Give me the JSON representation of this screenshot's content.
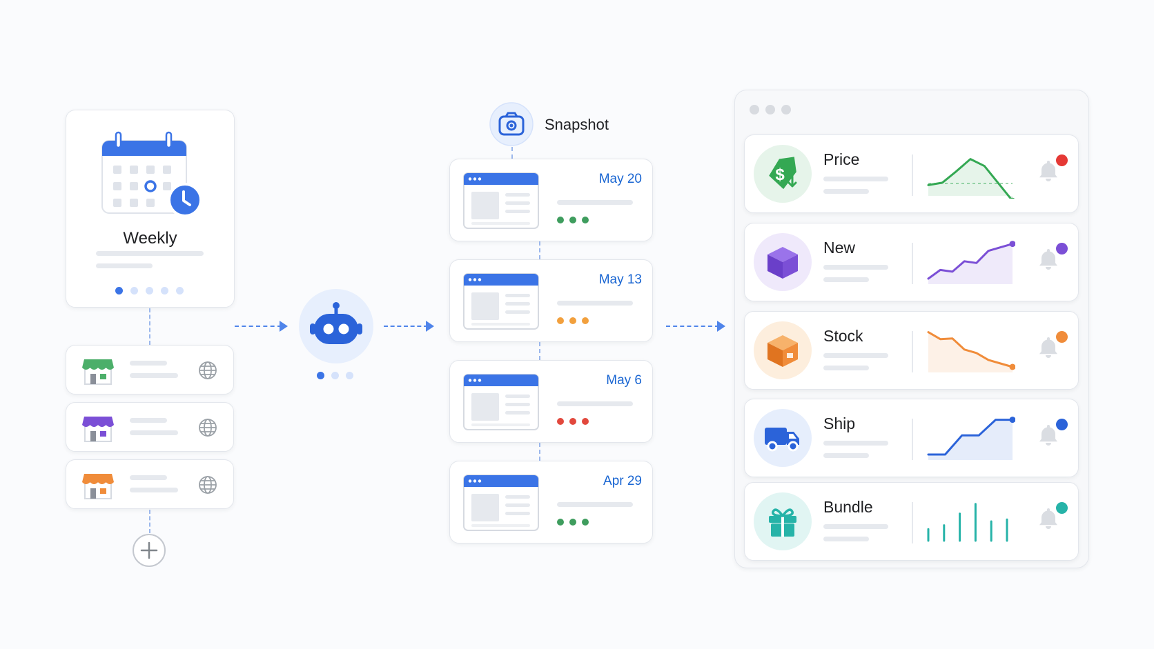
{
  "schedule": {
    "title": "Weekly",
    "accent": "#3b74e6"
  },
  "sources": [
    {
      "name": "store-green",
      "roof_color": "#4caf6a"
    },
    {
      "name": "store-purple",
      "roof_color": "#7b4fd6"
    },
    {
      "name": "store-orange",
      "roof_color": "#f08c3a"
    }
  ],
  "capture": {
    "label": "Snapshot",
    "snapshots": [
      {
        "date": "May 20",
        "status_color": "#3f9d5e"
      },
      {
        "date": "May 13",
        "status_color": "#f2a03d"
      },
      {
        "date": "May 6",
        "status_color": "#e2483d"
      },
      {
        "date": "Apr 29",
        "status_color": "#3f9d5e"
      }
    ]
  },
  "results": [
    {
      "label": "Price",
      "icon": "price-tag-icon",
      "color": "#34a853",
      "bg": "#e6f4ea",
      "alert": "#e53935",
      "trend": [
        0.15,
        0.22,
        0.55,
        0.9,
        0.7,
        0.2,
        -0.3
      ]
    },
    {
      "label": "New",
      "icon": "box-icon",
      "color": "#7b4fd6",
      "bg": "#efe9fb",
      "alert": "#7b4fd6",
      "trend": [
        0.0,
        0.25,
        0.2,
        0.5,
        0.45,
        0.8,
        0.9,
        1.0
      ]
    },
    {
      "label": "Stock",
      "icon": "package-icon",
      "color": "#f08c3a",
      "bg": "#fdeedd",
      "alert": "#f08c3a",
      "trend": [
        1.0,
        0.8,
        0.82,
        0.5,
        0.4,
        0.2,
        0.1,
        0.0
      ]
    },
    {
      "label": "Ship",
      "icon": "truck-icon",
      "color": "#2b63d9",
      "bg": "#e6eefc",
      "alert": "#2b63d9",
      "trend": [
        0.0,
        0.0,
        0.55,
        0.55,
        1.0,
        1.0
      ]
    },
    {
      "label": "Bundle",
      "icon": "gift-icon",
      "color": "#26b3a8",
      "bg": "#e1f5f3",
      "alert": "#26b3a8",
      "trend": [
        0.3,
        0.4,
        0.7,
        0.95,
        0.5,
        0.55
      ]
    }
  ]
}
